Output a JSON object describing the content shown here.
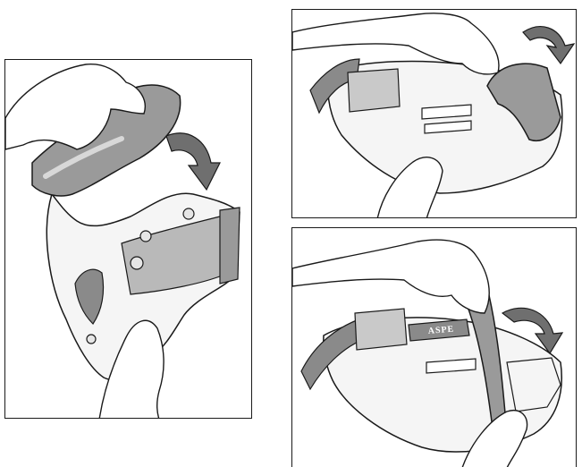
{
  "figure": {
    "panels": [
      {
        "id": "left",
        "subject": "hand-removing-front-pad-from-collar"
      },
      {
        "id": "top-right",
        "subject": "hand-peeling-pad-from-collar-shell"
      },
      {
        "id": "bottom-right",
        "subject": "hand-peeling-pad-from-collar-shell-close-up"
      }
    ],
    "brand_label": "ASPE",
    "colors": {
      "outline": "#1a1a1a",
      "pad_gray": "#9a9a9a",
      "pad_gray_light": "#c9c9c9",
      "arrow_gray": "#6f6f6f",
      "shell_white": "#f5f5f5"
    },
    "icons": [
      "curved-arrow-icon",
      "curved-arrow-icon",
      "curved-arrow-icon"
    ]
  }
}
